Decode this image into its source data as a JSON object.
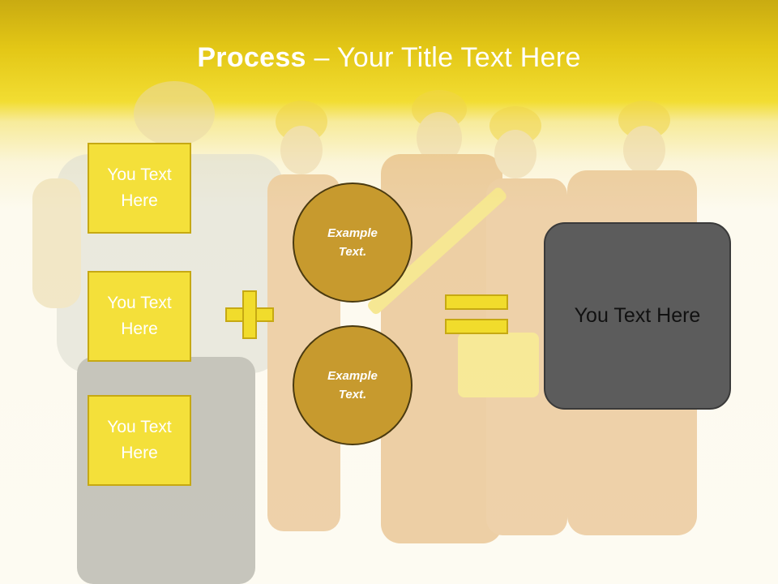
{
  "slide": {
    "title_bold": "Process",
    "title_rest": " – Your Title Text Here",
    "left_boxes": [
      {
        "label": "You Text Here"
      },
      {
        "label": "You Text Here"
      },
      {
        "label": "You Text Here"
      }
    ],
    "circles": [
      {
        "label": "Example Text."
      },
      {
        "label": "Example Text."
      }
    ],
    "result_label": "You Text Here"
  },
  "colors": {
    "accent_yellow": "#f4e03a",
    "circle_fill": "#c79a2e",
    "result_fill": "#5c5c5c"
  }
}
